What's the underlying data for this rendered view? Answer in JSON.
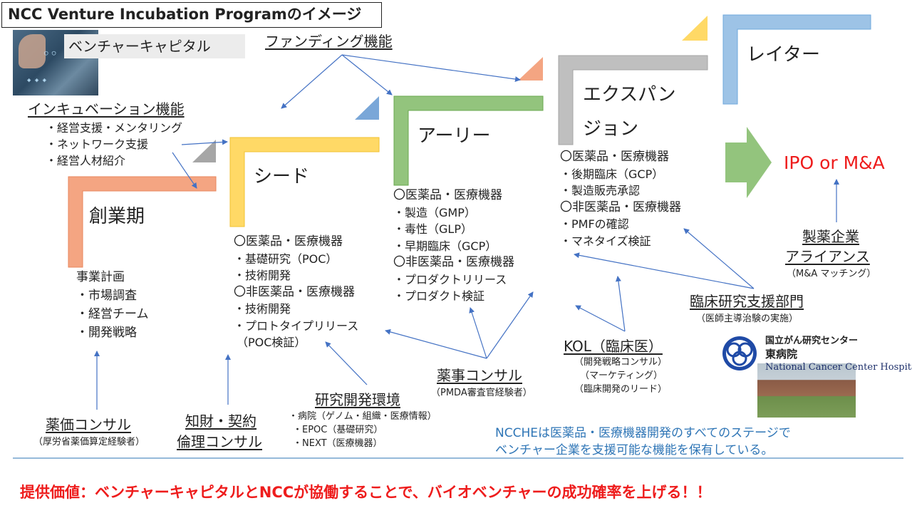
{
  "title": "NCC Venture Incubation Programのイメージ",
  "vc_label": "ベンチャーキャピタル",
  "funding": "ファンディング機能",
  "incubation": {
    "title": "インキュベーション機能",
    "items": [
      "・経営支援・メンタリング",
      "・ネットワーク支援",
      "・経営人材紹介"
    ]
  },
  "stages": {
    "sogyo": {
      "label": "創業期",
      "color": "#f4a582"
    },
    "seed": {
      "label": "シード",
      "color": "#ffd966"
    },
    "early": {
      "label": "アーリー",
      "color": "#93c47d"
    },
    "expansion": {
      "label1": "エクスパン",
      "label2": "ジョン",
      "color": "#bfbfbf"
    },
    "later": {
      "label": "レイター",
      "color": "#9dc3e6"
    }
  },
  "sogyo_list": {
    "head": "事業計画",
    "items": [
      "・市場調査",
      "・経営チーム",
      "・開発戦略"
    ]
  },
  "seed_list": [
    "〇医薬品・医療機器",
    "・基礎研究（POC）",
    "・技術開発",
    "〇非医薬品・医療機器",
    "・技術開発",
    "・プロトタイプリリース",
    "（POC検証）"
  ],
  "early_list": [
    "〇医薬品・医療機器",
    "・製造（GMP）",
    "・毒性（GLP）",
    "・早期臨床（GCP）",
    "〇非医薬品・医療機器",
    "・プロダクトリリース",
    "・プロダクト検証"
  ],
  "expansion_list": [
    "〇医薬品・医療機器",
    "・後期臨床（GCP）",
    "・製造販売承認",
    "〇非医薬品・医療機器",
    "・PMFの確認",
    "・マネタイズ検証"
  ],
  "ipo": "IPO or M&A",
  "pharma_alliance": {
    "title1": "製薬企業",
    "title2": "アライアンス",
    "sub": "（M&A マッチング）"
  },
  "clinical_support": {
    "title": "臨床研究支援部門",
    "sub": "（医師主導治験の実施）"
  },
  "kol": {
    "title": "KOL（臨床医）",
    "subs": [
      "（開発戦略コンサル）",
      "（マーケティング）",
      "（臨床開発のリード）"
    ]
  },
  "regulatory": {
    "title": "薬事コンサル",
    "sub": "（PMDA審査官経験者）"
  },
  "rd_env": {
    "title": "研究開発環境",
    "items": [
      "・病院（ゲノム・組織・医療情報）",
      "・EPOC（基礎研究）",
      "・NEXT（医療機器）"
    ]
  },
  "ip": {
    "title1": "知財・契約",
    "title2": "倫理コンサル"
  },
  "price": {
    "title": "薬価コンサル",
    "sub": "（厚労省薬価算定経験者）"
  },
  "ncc_logo": {
    "jp1": "国立がん研究センター",
    "jp2": "東病院",
    "en": "National Cancer Center Hospital East"
  },
  "ncche_msg": [
    "NCCHEは医薬品・医療機器開発のすべてのステージで",
    "ベンチャー企業を支援可能な機能を保有している。"
  ],
  "value_msg": "提供価値：ベンチャーキャピタルとNCCが協働することで、バイオベンチャーの成功確率を上げる！！",
  "colors": {
    "arrow": "#4472c4",
    "accent_red": "#ee1c1c",
    "ncche_blue": "#2e75b6"
  }
}
